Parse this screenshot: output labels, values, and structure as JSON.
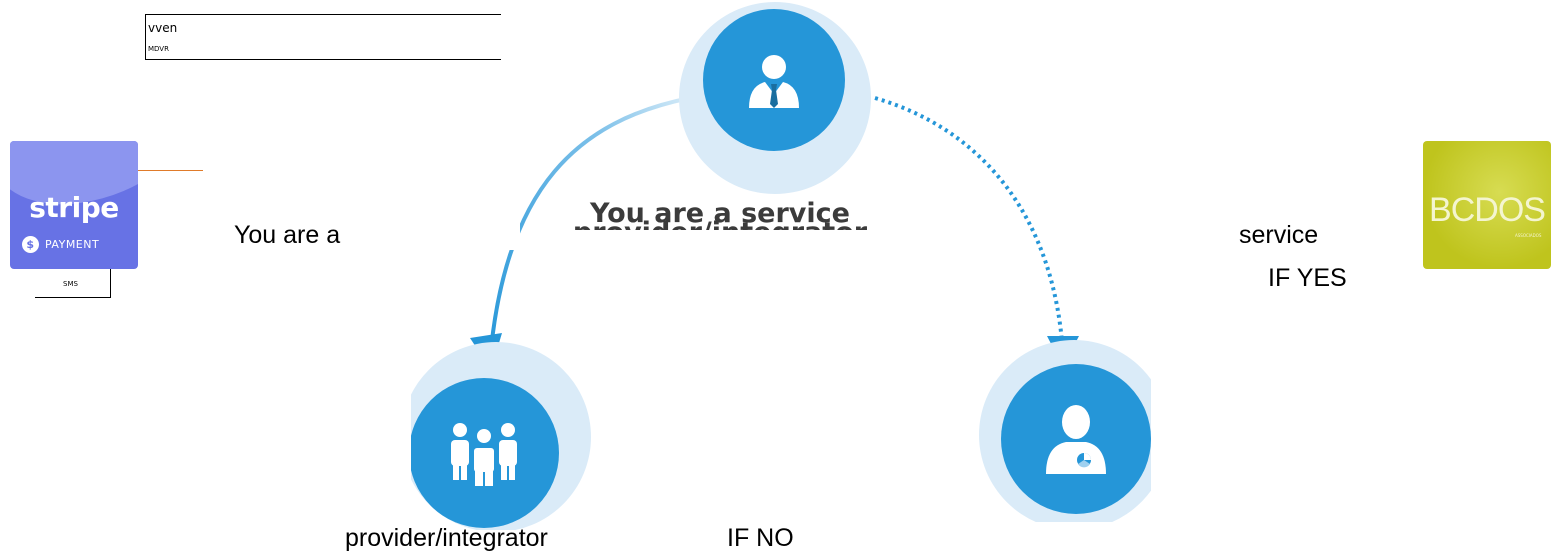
{
  "header": {
    "title": "vven",
    "subtitle": "MDVR"
  },
  "stripe_tile": {
    "word": "stripe",
    "payment_label": "PAYMENT",
    "dollar": "$"
  },
  "sms_label": "SMS",
  "bcdos_tile": {
    "word": "BCDOS",
    "small": "ASSOCIADOS"
  },
  "texts": {
    "you_are_a": "You are a",
    "service": "service",
    "if_yes": "IF YES",
    "provider_integrator": "provider/integrator",
    "if_no": "IF NO"
  },
  "caption": {
    "line1": "You are a service",
    "line2": "provider/integrator"
  },
  "nodes": {
    "top": {
      "icon": "business-person-icon"
    },
    "left": {
      "icon": "group-icon"
    },
    "right": {
      "icon": "user-pie-chart-icon"
    }
  },
  "colors": {
    "blue": "#2596d8",
    "ring": "#daebf8",
    "stripe": "#6772e5",
    "bcdos": "#c4c924",
    "orange": "#e07b2a"
  }
}
